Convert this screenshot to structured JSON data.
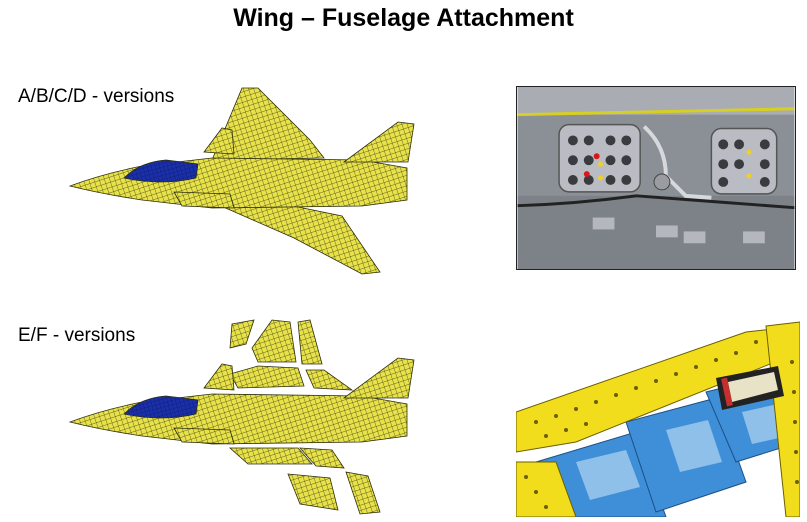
{
  "title": "Wing – Fuselage Attachment",
  "sections": [
    {
      "label": "A/B/C/D - versions"
    },
    {
      "label": "E/F - versions"
    }
  ],
  "colors": {
    "mesh_yellow": "#e8e24a",
    "mesh_line": "#3a3a10",
    "canopy_blue": "#1a2fa8",
    "render_yellow": "#f2dd1c",
    "render_blue": "#3f8fd8"
  }
}
